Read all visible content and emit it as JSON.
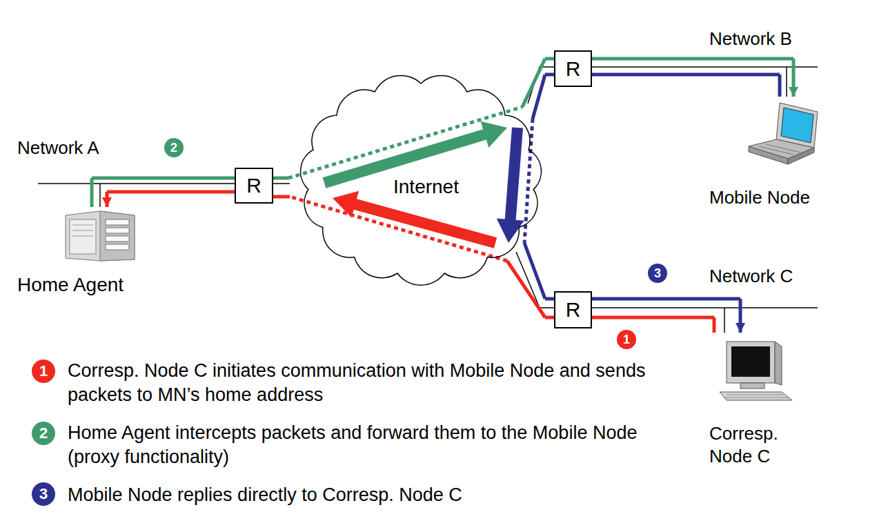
{
  "diagram": {
    "nodes": [
      {
        "text": [
          "Internet"
        ]
      },
      {
        "text": [
          "R"
        ]
      },
      {
        "text": [
          "R"
        ]
      },
      {
        "text": [
          "R"
        ]
      },
      {
        "text": [
          "Home Agent"
        ]
      },
      {
        "text": [
          "Mobile Node"
        ]
      },
      {
        "text": [
          "Corresp. Node C"
        ]
      }
    ],
    "edges": [
      {
        "from": 6,
        "to": 3,
        "arrow": "none"
      },
      {
        "from": 3,
        "to": 1,
        "arrow": "to"
      },
      {
        "from": 1,
        "to": 4,
        "arrow": "to"
      },
      {
        "from": 4,
        "to": 1,
        "arrow": "none"
      },
      {
        "from": 1,
        "to": 2,
        "arrow": "to"
      },
      {
        "from": 2,
        "to": 5,
        "arrow": "to"
      },
      {
        "from": 5,
        "to": 2,
        "arrow": "none"
      },
      {
        "from": 2,
        "to": 3,
        "arrow": "to"
      },
      {
        "from": 3,
        "to": 6,
        "arrow": "to"
      }
    ],
    "labels": [
      "Network B",
      "Network A",
      "2",
      "3",
      "Network C",
      "1",
      "1",
      "Corresp. Node C initiates communication with Mobile Node and sends packets to MN’s home address",
      "2",
      "Home Agent intercepts packets and forward them to the Mobile Node (proxy functionality)",
      "3",
      "Mobile Node replies directly to Corresp. Node C"
    ]
  }
}
